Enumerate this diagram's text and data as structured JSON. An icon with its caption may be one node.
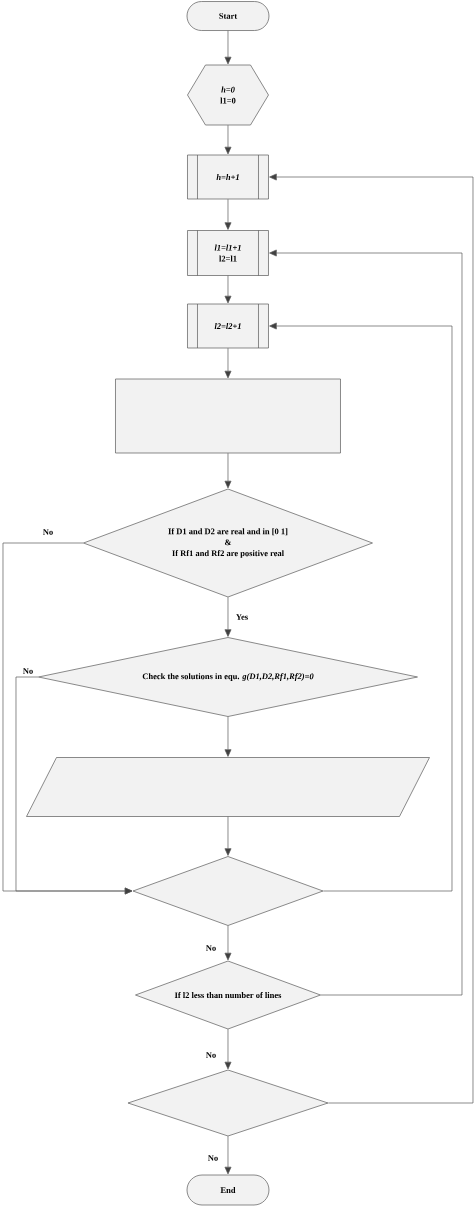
{
  "diagram": {
    "nodes": [
      {
        "text": [
          "Start"
        ]
      },
      {
        "text": [
          "h=0",
          "l1=0"
        ]
      },
      {
        "text": [
          "h=h+1"
        ]
      },
      {
        "text": [
          "l1=l1+1",
          "l2=l1"
        ]
      },
      {
        "text": [
          "l2=l2+1"
        ]
      },
      {
        "text": [],
        "shape": "box"
      },
      {
        "text": [
          "If D1 and D2 are real and in [0  1]",
          "&",
          "If Rf1 and Rf2 are positive real"
        ]
      },
      {
        "text": [
          "Check the solutions in equ. *g(D1,D2,Rf1,Rf2)=0*"
        ]
      },
      {
        "text": [],
        "shape": "parallelogram"
      },
      {
        "text": [],
        "shape": "diamond"
      },
      {
        "text": [
          "If l2 less than number of lines"
        ]
      },
      {
        "text": [],
        "shape": "diamond"
      },
      {
        "text": [
          "End"
        ]
      }
    ],
    "edges": [
      {
        "from": 0,
        "to": 1,
        "arrow": "to"
      },
      {
        "from": 1,
        "to": 2,
        "arrow": "to"
      },
      {
        "from": 2,
        "to": 3,
        "arrow": "to"
      },
      {
        "from": 3,
        "to": 4,
        "arrow": "to"
      },
      {
        "from": 4,
        "to": 5,
        "arrow": "to"
      },
      {
        "from": 5,
        "to": 6,
        "arrow": "to"
      },
      {
        "from": 6,
        "to": 7,
        "arrow": "to",
        "label": "Yes"
      },
      {
        "from": 7,
        "to": 8,
        "arrow": "to"
      },
      {
        "from": 8,
        "to": 9,
        "arrow": "to"
      },
      {
        "from": 9,
        "to": 10,
        "arrow": "to",
        "label": "No"
      },
      {
        "from": 10,
        "to": 11,
        "arrow": "to",
        "label": "No"
      },
      {
        "from": 11,
        "to": 12,
        "arrow": "to",
        "label": "No"
      },
      {
        "from": 6,
        "to": 9,
        "arrow": "to",
        "label": "No"
      },
      {
        "from": 7,
        "to": 9,
        "arrow": "to",
        "label": "No"
      },
      {
        "from": 9,
        "to": 4,
        "arrow": "to"
      },
      {
        "from": 10,
        "to": 3,
        "arrow": "to"
      },
      {
        "from": 11,
        "to": 2,
        "arrow": "to"
      }
    ]
  }
}
